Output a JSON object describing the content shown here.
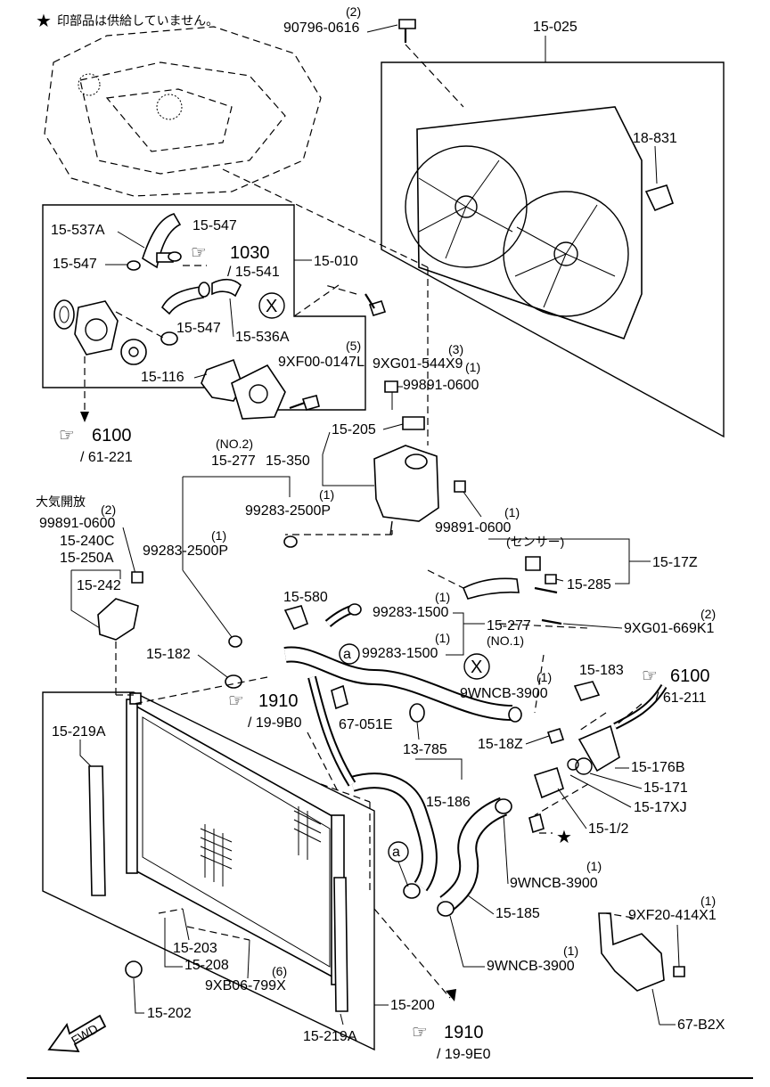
{
  "note": "印部品は供給していません。",
  "fwd": "FWD",
  "parts": {
    "p90796": "90796-0616",
    "p90796_qty": "(2)",
    "p15025": "15-025",
    "p18831": "18-831",
    "p15537A": "15-537A",
    "p15547a": "15-547",
    "p15547b": "15-547",
    "p15547c": "15-547",
    "p1030": "1030",
    "p15541": "/ 15-541",
    "p15010": "15-010",
    "x1": "X",
    "p15536A": "15-536A",
    "p9XF00": "9XF00-0147L",
    "p9XF00_qty": "(5)",
    "p15116": "15-116",
    "p9XG01_544": "9XG01-544X9",
    "p9XG01_544_qty": "(3)",
    "p99891a": "99891-0600",
    "p99891a_qty": "(1)",
    "p6100a": "6100",
    "p61221": "/ 61-221",
    "p15205": "15-205",
    "no2": "(NO.2)",
    "p15277a": "15-277",
    "p15350": "15-350",
    "taiki": "大気開放",
    "p99283a": "99283-2500P",
    "p99283a_qty": "(1)",
    "p99891b": "99891-0600",
    "p99891b_qty": "(2)",
    "p15240C": "15-240C",
    "p15250A": "15-250A",
    "p99283b": "99283-2500P",
    "p99283b_qty": "(1)",
    "p99891c": "99891-0600",
    "p99891c_qty": "(1)",
    "sensor": "(センサー)",
    "p15285": "15-285",
    "p1517Z": "15-17Z",
    "p15242": "15-242",
    "p15580": "15-580",
    "p99283c": "99283-1500",
    "p99283c_qty": "(1)",
    "p15277b": "15-277",
    "no1": "(NO.1)",
    "p99283d": "99283-1500",
    "p99283d_qty": "(1)",
    "a1": "a",
    "p9XG01_669": "9XG01-669K1",
    "p9XG01_669_qty": "(2)",
    "p6100b": "6100",
    "p61211": "/ 61-211",
    "p15182": "15-182",
    "x2": "X",
    "p9WNCBa": "9WNCB-3900",
    "p9WNCBa_qty": "(1)",
    "p15183": "15-183",
    "p1910a": "1910",
    "p199B0": "/ 19-9B0",
    "p67051E": "67-051E",
    "p13785": "13-785",
    "p1518Z": "15-18Z",
    "p15219Aa": "15-219A",
    "p15176B": "15-176B",
    "p15171": "15-171",
    "p1517XJ": "15-17XJ",
    "p15186": "15-186",
    "p1517_2": "15-1/2",
    "a2": "a",
    "p9WNCBb": "9WNCB-3900",
    "p9WNCBb_qty": "(1)",
    "p9XF20": "9XF20-414X1",
    "p9XF20_qty": "(1)",
    "p15185": "15-185",
    "p15203": "15-203",
    "p15208": "15-208",
    "p9WNCBc": "9WNCB-3900",
    "p9WNCBc_qty": "(1)",
    "p9XB06": "9XB06-799X",
    "p9XB06_qty": "(6)",
    "p15202": "15-202",
    "p15200": "15-200",
    "p67B2X": "67-B2X",
    "p15219Ab": "15-219A",
    "p1910b": "1910",
    "p199E0": "/ 19-9E0"
  }
}
